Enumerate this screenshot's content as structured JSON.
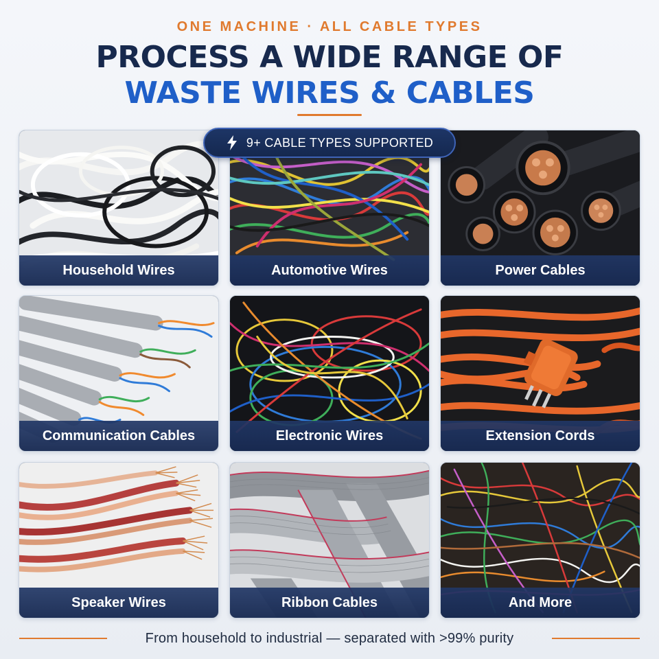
{
  "header": {
    "eyebrow": "ONE MACHINE · ALL CABLE TYPES",
    "title_line1": "PROCESS A WIDE RANGE OF",
    "title_line2": "WASTE WIRES & CABLES"
  },
  "badge": {
    "icon": "lightning-bolt-icon",
    "text": "9+ CABLE TYPES SUPPORTED"
  },
  "cards": [
    {
      "label": "Household Wires"
    },
    {
      "label": "Automotive Wires"
    },
    {
      "label": "Power Cables"
    },
    {
      "label": "Communication Cables"
    },
    {
      "label": "Electronic Wires"
    },
    {
      "label": "Extension Cords"
    },
    {
      "label": "Speaker Wires"
    },
    {
      "label": "Ribbon Cables"
    },
    {
      "label": "And More"
    }
  ],
  "footer": {
    "text": "From household to industrial — separated with >99% purity"
  },
  "colors": {
    "accent_orange": "#e07a2e",
    "title_navy": "#17294d",
    "title_blue": "#1f5fc8",
    "label_navy": "#1d3566"
  }
}
